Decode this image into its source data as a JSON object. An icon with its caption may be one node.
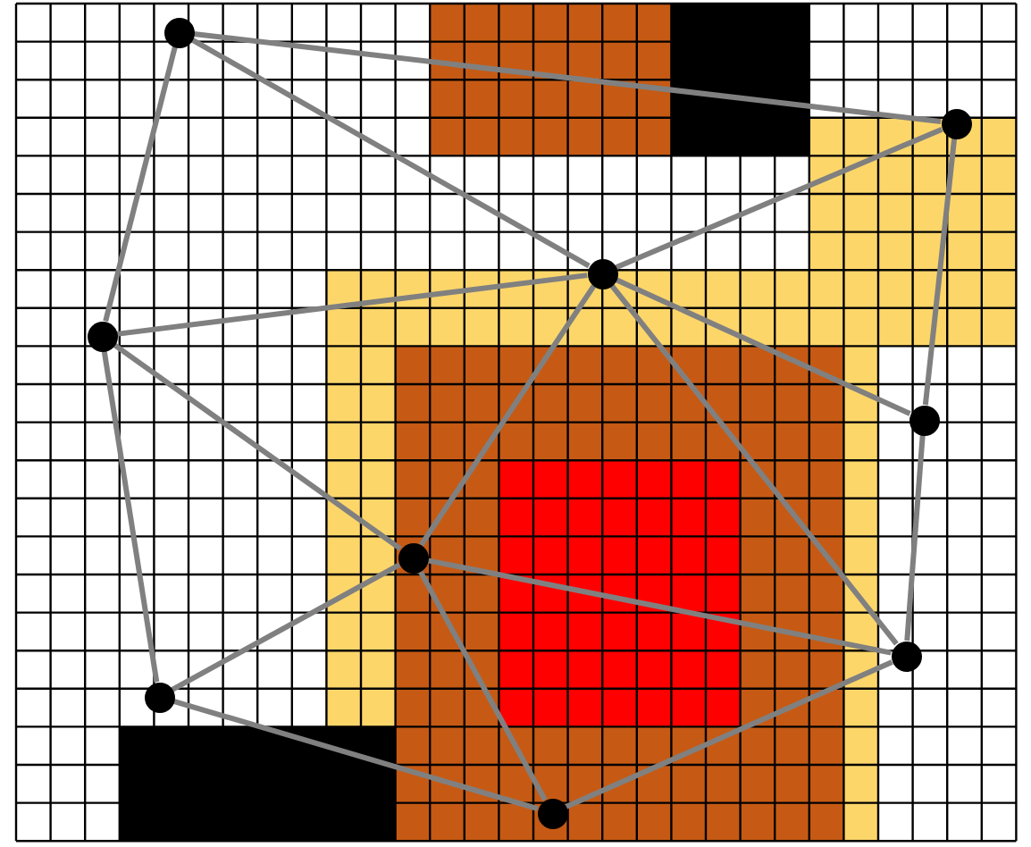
{
  "diagram": {
    "nodes": [
      {
        "text": [],
        "shape": "circle"
      },
      {
        "text": [],
        "shape": "circle"
      },
      {
        "text": [],
        "shape": "circle"
      },
      {
        "text": [],
        "shape": "circle"
      },
      {
        "text": [],
        "shape": "circle"
      },
      {
        "text": [],
        "shape": "circle"
      },
      {
        "text": [],
        "shape": "circle"
      },
      {
        "text": [],
        "shape": "circle"
      },
      {
        "text": [],
        "shape": "circle"
      }
    ],
    "edges": [
      {
        "from": 0,
        "to": 1,
        "arrow": "none"
      },
      {
        "from": 0,
        "to": 2,
        "arrow": "none"
      },
      {
        "from": 0,
        "to": 3,
        "arrow": "none"
      },
      {
        "from": 1,
        "to": 2,
        "arrow": "none"
      },
      {
        "from": 1,
        "to": 4,
        "arrow": "none"
      },
      {
        "from": 3,
        "to": 2,
        "arrow": "none"
      },
      {
        "from": 3,
        "to": 5,
        "arrow": "none"
      },
      {
        "from": 3,
        "to": 7,
        "arrow": "none"
      },
      {
        "from": 2,
        "to": 5,
        "arrow": "none"
      },
      {
        "from": 2,
        "to": 4,
        "arrow": "none"
      },
      {
        "from": 2,
        "to": 6,
        "arrow": "none"
      },
      {
        "from": 5,
        "to": 6,
        "arrow": "none"
      },
      {
        "from": 5,
        "to": 8,
        "arrow": "none"
      },
      {
        "from": 5,
        "to": 7,
        "arrow": "none"
      },
      {
        "from": 7,
        "to": 8,
        "arrow": "none"
      },
      {
        "from": 4,
        "to": 6,
        "arrow": "none"
      },
      {
        "from": 6,
        "to": 8,
        "arrow": "none"
      }
    ]
  }
}
